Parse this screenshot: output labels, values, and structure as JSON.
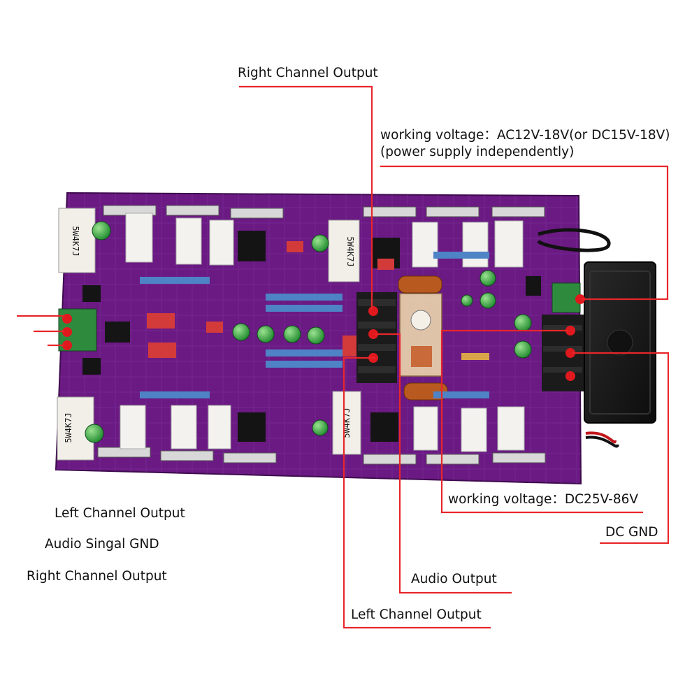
{
  "labels": {
    "right_channel_output_top": "Right Channel Output",
    "working_voltage_ac_line1": "working voltage：AC12V-18V(or DC15V-18V)",
    "working_voltage_ac_line2": "(power supply independently)",
    "left_channel_output_left": "Left Channel Output",
    "audio_signal_gnd": "Audio Singal GND",
    "right_channel_output_left": "Right Channel Output",
    "working_voltage_dc": "working voltage：DC25V-86V",
    "dc_gnd": "DC GND",
    "audio_output": "Audio Output",
    "left_channel_output_bottom": "Left Channel Output"
  },
  "board_markings": {
    "resistor_code": "5W4K7J"
  },
  "colors": {
    "pcb": "#6a1a82",
    "pcb_dark": "#4d0f60",
    "callout_line": "#e8262a",
    "terminal_green": "#2e8b3e",
    "terminal_red": "#e0191e",
    "heatsink": "#1b1b1b"
  }
}
